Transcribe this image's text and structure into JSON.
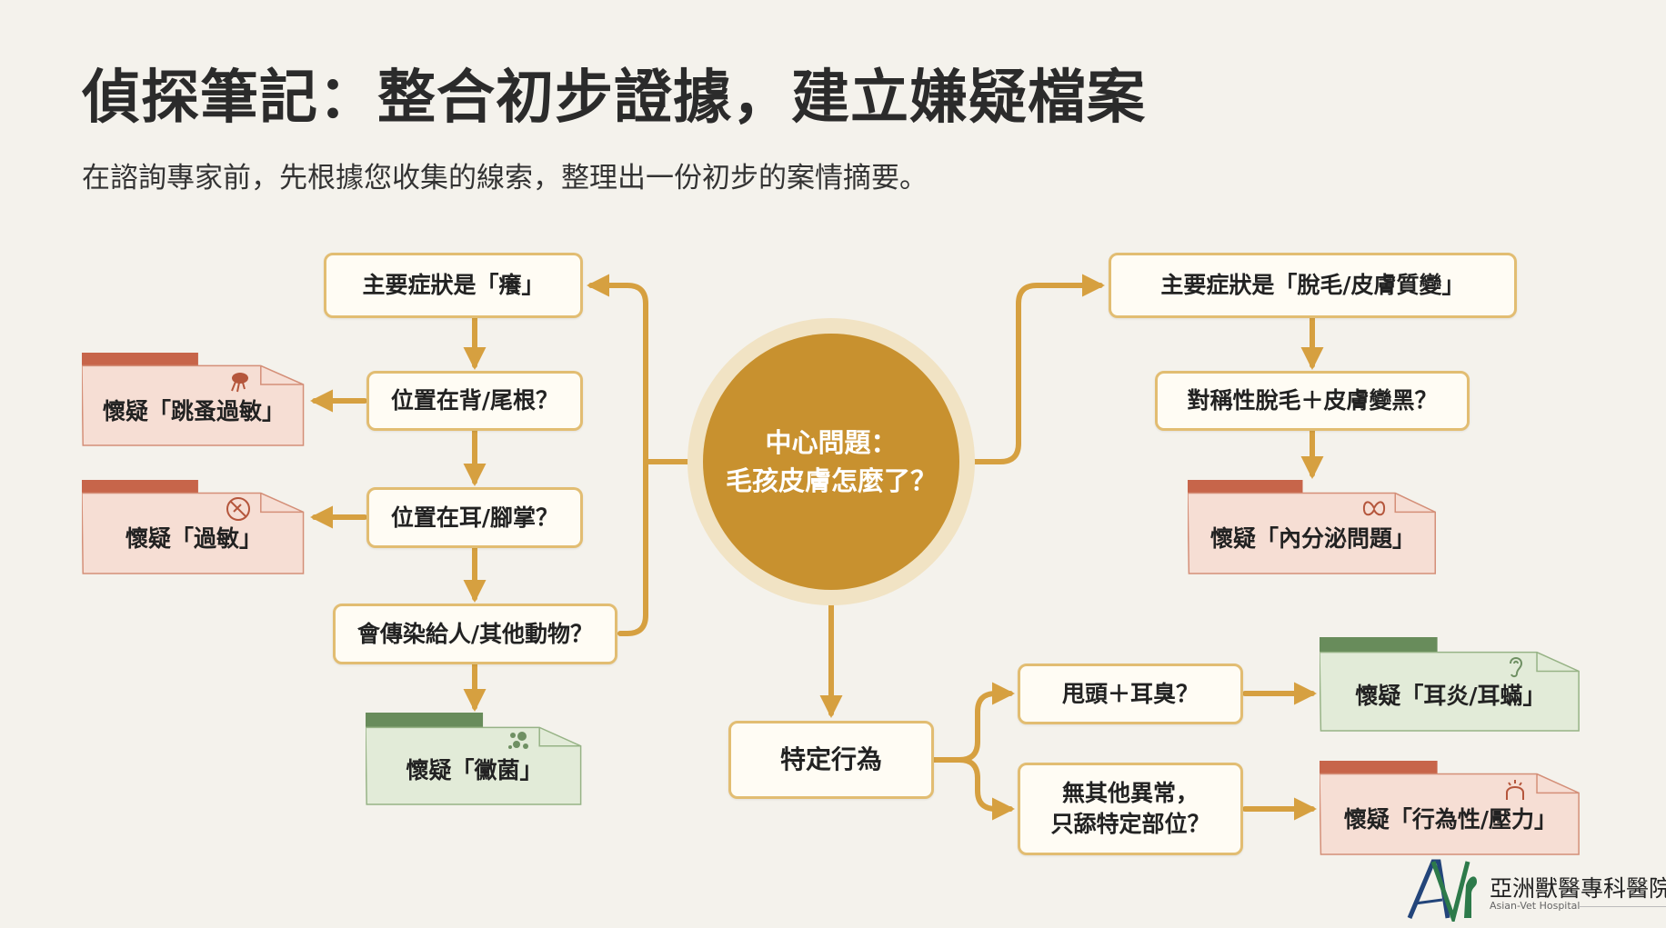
{
  "title": "偵探筆記：整合初步證據，建立嫌疑檔案",
  "subtitle": "在諮詢專家前，先根據您收集的線索，整理出一份初步的案情摘要。",
  "center": {
    "line1": "中心問題：",
    "line2": "毛孩皮膚怎麼了？"
  },
  "left_branch": {
    "root": "主要症狀是「癢」",
    "q1": "位置在背/尾根？",
    "q2": "位置在耳/腳掌？",
    "q3": "會傳染給人/其他動物？",
    "s1": "懷疑「跳蚤過敏」",
    "s2": "懷疑「過敏」",
    "s3": "懷疑「黴菌」"
  },
  "right_branch": {
    "root": "主要症狀是「脫毛/皮膚質變」",
    "q1": "對稱性脫毛＋皮膚變黑？",
    "s1": "懷疑「內分泌問題」"
  },
  "bottom_branch": {
    "root": "特定行為",
    "q1": "甩頭＋耳臭？",
    "q2_line1": "無其他異常，",
    "q2_line2": "只舔特定部位？",
    "s1": "懷疑「耳炎/耳蟎」",
    "s2": "懷疑「行為性/壓力」"
  },
  "logo": {
    "name_zh": "亞洲獸醫專科醫院",
    "name_en": "Asian-Vet Hospital",
    "mark": "AV"
  },
  "colors": {
    "gold": "#d6a040",
    "center": "#c8912f",
    "red_tab": "#c7654a",
    "red_bg": "#f6ded4",
    "green_tab": "#688c5b",
    "green_bg": "#e2ebd8"
  }
}
